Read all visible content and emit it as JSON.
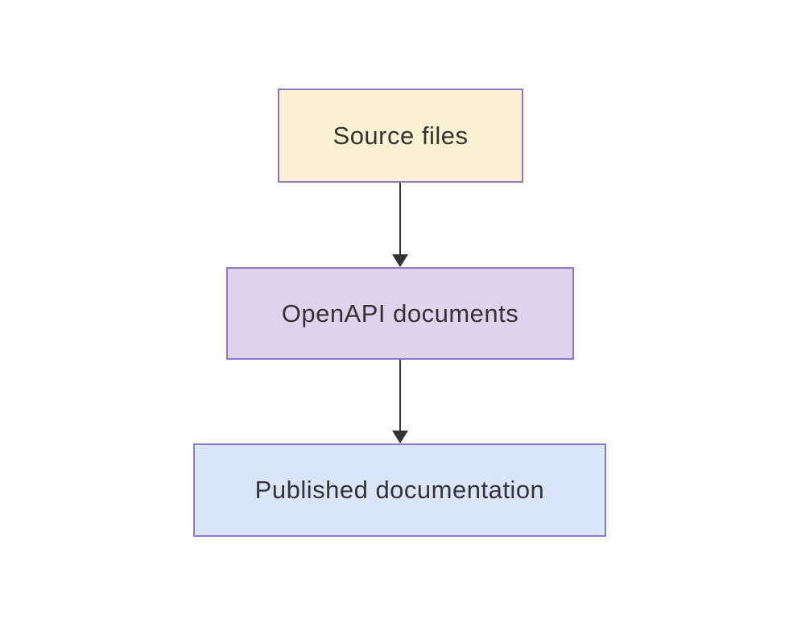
{
  "diagram": {
    "type": "flowchart",
    "direction": "top-down",
    "background_color": "#ffffff",
    "nodes": [
      {
        "id": "source-files",
        "label": "Source files",
        "fill": "#faf0d2",
        "border_color": "#8e79c9",
        "text_color": "#333333"
      },
      {
        "id": "openapi-documents",
        "label": "OpenAPI documents",
        "fill": "#ded3ec",
        "border_color": "#8e79c9",
        "text_color": "#333333"
      },
      {
        "id": "published-documentation",
        "label": "Published documentation",
        "fill": "#dbe5f9",
        "border_color": "#8e79c9",
        "text_color": "#333333"
      }
    ],
    "edges": [
      {
        "from": "source-files",
        "to": "openapi-documents",
        "arrow_color": "#333333"
      },
      {
        "from": "openapi-documents",
        "to": "published-documentation",
        "arrow_color": "#333333"
      }
    ]
  }
}
